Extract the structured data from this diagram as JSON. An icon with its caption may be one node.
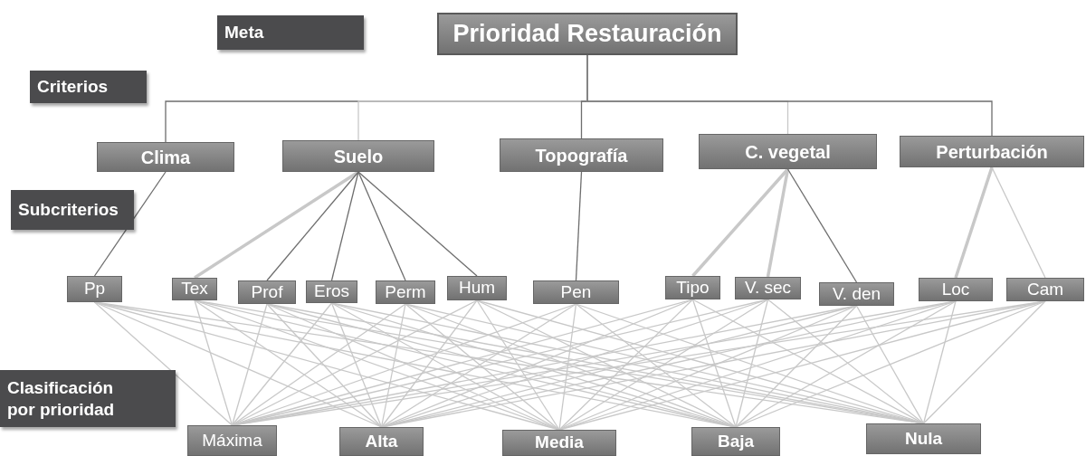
{
  "diagram": {
    "nodes": [
      {
        "text": [
          "Meta"
        ]
      },
      {
        "text": [
          "Prioridad Restauración"
        ]
      },
      {
        "text": [
          "Criterios"
        ]
      },
      {
        "text": [
          "Clima"
        ]
      },
      {
        "text": [
          "Suelo"
        ]
      },
      {
        "text": [
          "Topografía"
        ]
      },
      {
        "text": [
          "C. vegetal"
        ]
      },
      {
        "text": [
          "Perturbación"
        ]
      },
      {
        "text": [
          "Subcriterios"
        ]
      },
      {
        "text": [
          "Pp"
        ]
      },
      {
        "text": [
          "Tex"
        ]
      },
      {
        "text": [
          "Prof"
        ]
      },
      {
        "text": [
          "Eros"
        ]
      },
      {
        "text": [
          "Perm"
        ]
      },
      {
        "text": [
          "Hum"
        ]
      },
      {
        "text": [
          "Pen"
        ]
      },
      {
        "text": [
          "Tipo"
        ]
      },
      {
        "text": [
          "V. sec"
        ]
      },
      {
        "text": [
          "V. den"
        ]
      },
      {
        "text": [
          "Loc"
        ]
      },
      {
        "text": [
          "Cam"
        ]
      },
      {
        "text": [
          "Clasificación por prioridad"
        ]
      },
      {
        "text": [
          "Máxima"
        ]
      },
      {
        "text": [
          "Alta"
        ]
      },
      {
        "text": [
          "Media"
        ]
      },
      {
        "text": [
          "Baja"
        ]
      },
      {
        "text": [
          "Nula"
        ]
      }
    ],
    "edges": [
      {
        "from": 1,
        "to": 3,
        "arrow": "none",
        "color": "#6e6e6e"
      },
      {
        "from": 1,
        "to": 4,
        "arrow": "none"
      },
      {
        "from": 1,
        "to": 5,
        "arrow": "none",
        "color": "#6e6e6e"
      },
      {
        "from": 1,
        "to": 6,
        "arrow": "none"
      },
      {
        "from": 1,
        "to": 7,
        "arrow": "none",
        "color": "#6e6e6e"
      },
      {
        "from": 3,
        "to": 9,
        "arrow": "none",
        "color": "#6e6e6e"
      },
      {
        "from": 4,
        "to": 10,
        "arrow": "none",
        "style": "thick"
      },
      {
        "from": 4,
        "to": 11,
        "arrow": "none",
        "color": "#6e6e6e"
      },
      {
        "from": 4,
        "to": 12,
        "arrow": "none",
        "color": "#6e6e6e"
      },
      {
        "from": 4,
        "to": 13,
        "arrow": "none",
        "color": "#6e6e6e"
      },
      {
        "from": 4,
        "to": 14,
        "arrow": "none",
        "color": "#6e6e6e"
      },
      {
        "from": 5,
        "to": 15,
        "arrow": "none",
        "color": "#6e6e6e"
      },
      {
        "from": 6,
        "to": 16,
        "arrow": "none",
        "style": "thick"
      },
      {
        "from": 6,
        "to": 17,
        "arrow": "none",
        "style": "thick"
      },
      {
        "from": 6,
        "to": 18,
        "arrow": "none",
        "color": "#6e6e6e"
      },
      {
        "from": 7,
        "to": 19,
        "arrow": "none",
        "style": "thick"
      },
      {
        "from": 7,
        "to": 20,
        "arrow": "none"
      },
      {
        "from": 9,
        "to": 22,
        "arrow": "none"
      },
      {
        "from": 9,
        "to": 23,
        "arrow": "none"
      },
      {
        "from": 9,
        "to": 24,
        "arrow": "none"
      },
      {
        "from": 9,
        "to": 25,
        "arrow": "none"
      },
      {
        "from": 9,
        "to": 26,
        "arrow": "none"
      },
      {
        "from": 10,
        "to": 22,
        "arrow": "none"
      },
      {
        "from": 10,
        "to": 23,
        "arrow": "none"
      },
      {
        "from": 10,
        "to": 24,
        "arrow": "none"
      },
      {
        "from": 10,
        "to": 25,
        "arrow": "none"
      },
      {
        "from": 10,
        "to": 26,
        "arrow": "none"
      },
      {
        "from": 11,
        "to": 22,
        "arrow": "none"
      },
      {
        "from": 11,
        "to": 23,
        "arrow": "none"
      },
      {
        "from": 11,
        "to": 24,
        "arrow": "none"
      },
      {
        "from": 11,
        "to": 25,
        "arrow": "none"
      },
      {
        "from": 11,
        "to": 26,
        "arrow": "none"
      },
      {
        "from": 12,
        "to": 22,
        "arrow": "none"
      },
      {
        "from": 12,
        "to": 23,
        "arrow": "none"
      },
      {
        "from": 12,
        "to": 24,
        "arrow": "none"
      },
      {
        "from": 12,
        "to": 25,
        "arrow": "none"
      },
      {
        "from": 12,
        "to": 26,
        "arrow": "none"
      },
      {
        "from": 13,
        "to": 22,
        "arrow": "none"
      },
      {
        "from": 13,
        "to": 23,
        "arrow": "none"
      },
      {
        "from": 13,
        "to": 24,
        "arrow": "none"
      },
      {
        "from": 13,
        "to": 25,
        "arrow": "none"
      },
      {
        "from": 13,
        "to": 26,
        "arrow": "none"
      },
      {
        "from": 14,
        "to": 22,
        "arrow": "none"
      },
      {
        "from": 14,
        "to": 23,
        "arrow": "none"
      },
      {
        "from": 14,
        "to": 24,
        "arrow": "none"
      },
      {
        "from": 14,
        "to": 25,
        "arrow": "none"
      },
      {
        "from": 14,
        "to": 26,
        "arrow": "none"
      },
      {
        "from": 15,
        "to": 22,
        "arrow": "none"
      },
      {
        "from": 15,
        "to": 23,
        "arrow": "none"
      },
      {
        "from": 15,
        "to": 24,
        "arrow": "none"
      },
      {
        "from": 15,
        "to": 25,
        "arrow": "none"
      },
      {
        "from": 15,
        "to": 26,
        "arrow": "none"
      },
      {
        "from": 16,
        "to": 22,
        "arrow": "none"
      },
      {
        "from": 16,
        "to": 23,
        "arrow": "none"
      },
      {
        "from": 16,
        "to": 24,
        "arrow": "none"
      },
      {
        "from": 16,
        "to": 25,
        "arrow": "none"
      },
      {
        "from": 16,
        "to": 26,
        "arrow": "none"
      },
      {
        "from": 17,
        "to": 22,
        "arrow": "none"
      },
      {
        "from": 17,
        "to": 23,
        "arrow": "none"
      },
      {
        "from": 17,
        "to": 24,
        "arrow": "none"
      },
      {
        "from": 17,
        "to": 25,
        "arrow": "none"
      },
      {
        "from": 17,
        "to": 26,
        "arrow": "none"
      },
      {
        "from": 18,
        "to": 22,
        "arrow": "none"
      },
      {
        "from": 18,
        "to": 23,
        "arrow": "none"
      },
      {
        "from": 18,
        "to": 24,
        "arrow": "none"
      },
      {
        "from": 18,
        "to": 25,
        "arrow": "none"
      },
      {
        "from": 18,
        "to": 26,
        "arrow": "none"
      },
      {
        "from": 19,
        "to": 22,
        "arrow": "none"
      },
      {
        "from": 19,
        "to": 23,
        "arrow": "none"
      },
      {
        "from": 19,
        "to": 24,
        "arrow": "none"
      },
      {
        "from": 19,
        "to": 25,
        "arrow": "none"
      },
      {
        "from": 19,
        "to": 26,
        "arrow": "none"
      },
      {
        "from": 20,
        "to": 22,
        "arrow": "none"
      },
      {
        "from": 20,
        "to": 23,
        "arrow": "none"
      },
      {
        "from": 20,
        "to": 24,
        "arrow": "none"
      },
      {
        "from": 20,
        "to": 25,
        "arrow": "none"
      },
      {
        "from": 20,
        "to": 26,
        "arrow": "none"
      }
    ]
  }
}
